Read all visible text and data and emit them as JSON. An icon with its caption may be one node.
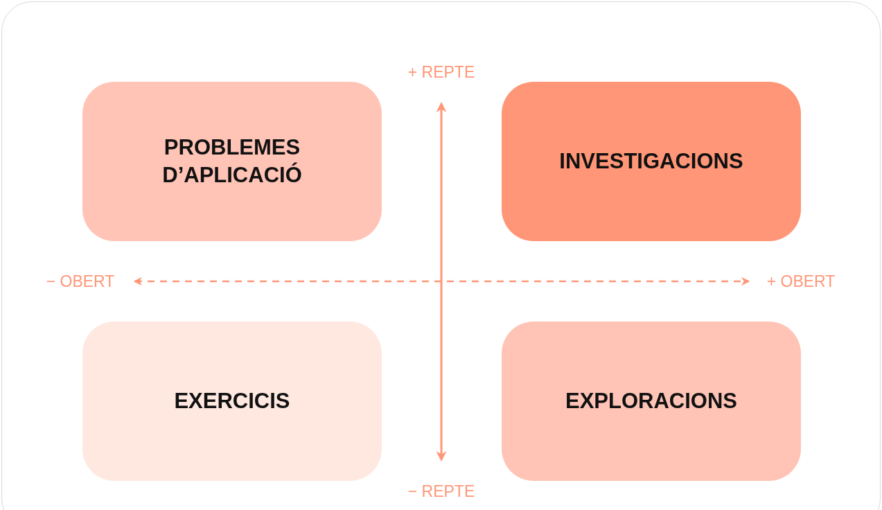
{
  "diagram": {
    "nodes": [
      {
        "text": [
          "PROBLEMES D’APLICACIÓ"
        ]
      },
      {
        "text": [
          "INVESTIGACIONS"
        ]
      },
      {
        "text": [
          "EXERCICIS"
        ]
      },
      {
        "text": [
          "EXPLORACIONS"
        ]
      }
    ],
    "labels": [
      "+ REPTE",
      "− OBERT",
      "+ OBERT",
      "− REPTE"
    ]
  }
}
